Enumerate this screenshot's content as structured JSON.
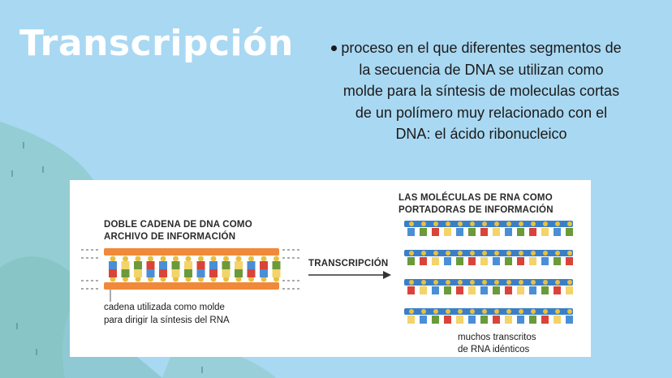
{
  "slide": {
    "title": "Transcripción",
    "bullet_text": "proceso en el que diferentes segmentos de la secuencia de DNA se utilizan como molde para la síntesis de moleculas cortas de un polímero muy relacionado con el DNA: el ácido ribonucleico",
    "colors": {
      "background": "#a9d8f2",
      "blob_teal": "#8ec9c8",
      "title": "#ffffff"
    }
  },
  "figure": {
    "dna_label_line1": "DOBLE CADENA DE DNA COMO",
    "dna_label_line2": "ARCHIVO DE INFORMACIÓN",
    "rna_label_line1": "LAS MOLÉCULAS DE RNA COMO",
    "rna_label_line2": "PORTADORAS DE INFORMACIÓN",
    "arrow_label": "TRANSCRIPCIÓN",
    "template_caption_line1": "cadena utilizada como molde",
    "template_caption_line2": "para dirigir la síntesis del RNA",
    "transcripts_caption_line1": "muchos transcritos",
    "transcripts_caption_line2": "de RNA idénticos",
    "colors": {
      "backbone_orange": "#f08a3a",
      "backbone_blue": "#3a7fc6",
      "base_blue": "#4a8fd6",
      "base_green": "#6a9a3a",
      "base_red": "#d8443a",
      "base_yellow": "#f3d36a",
      "sugar_yellow": "#e8c040"
    }
  }
}
